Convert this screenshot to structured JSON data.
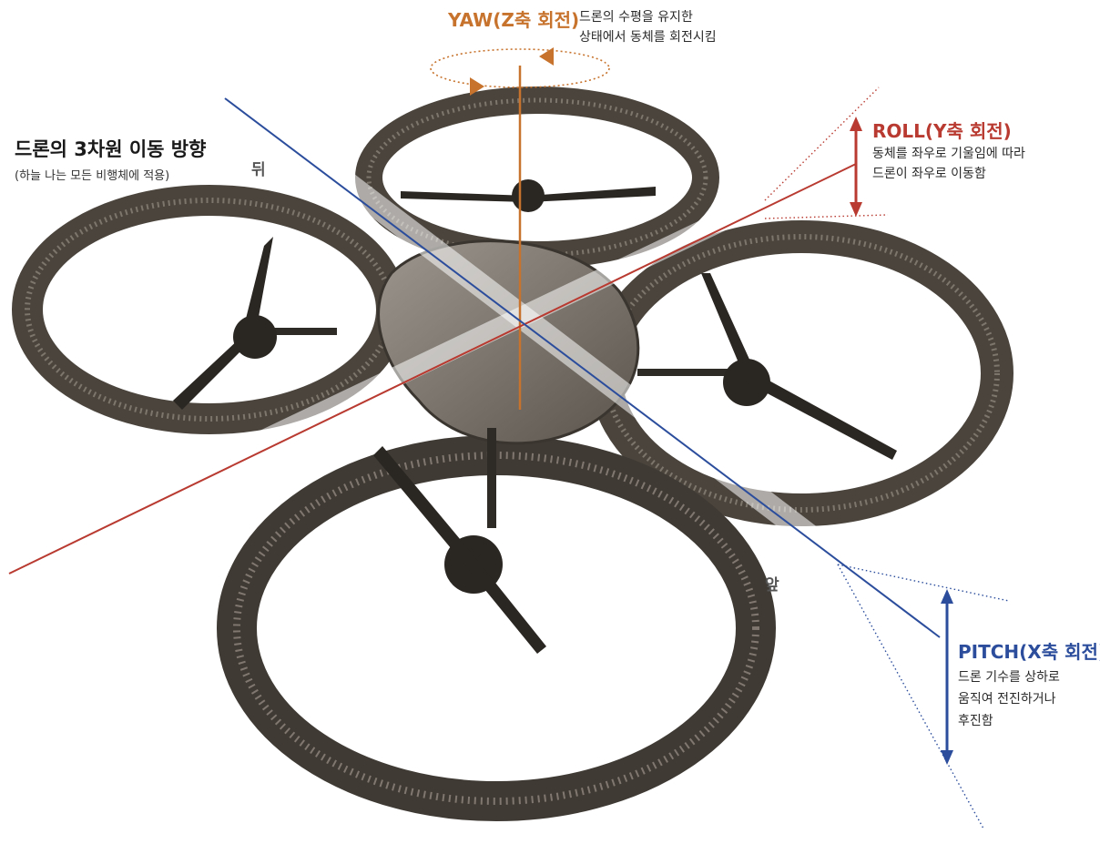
{
  "title": "드론의 3차원 이동 방향",
  "subtitle": "(하늘 나는 모든 비행체에 적용)",
  "directions": {
    "back": "뒤",
    "front": "앞"
  },
  "yaw": {
    "title": "YAW(Z축 회전)",
    "desc_line1": "드론의 수평을 유지한",
    "desc_line2": "상태에서 동체를 회전시킴",
    "color": "#c7732d"
  },
  "roll": {
    "title": "ROLL(Y축 회전)",
    "desc_line1": "동체를 좌우로 기울임에 따라",
    "desc_line2": "드론이 좌우로 이동함",
    "color": "#b83a30"
  },
  "pitch": {
    "title": "PITCH(X축 회전)",
    "desc_line1": "드론 기수를 상하로",
    "desc_line2": "움직여 전진하거나",
    "desc_line3": "후진함",
    "color": "#2b4d9c"
  }
}
